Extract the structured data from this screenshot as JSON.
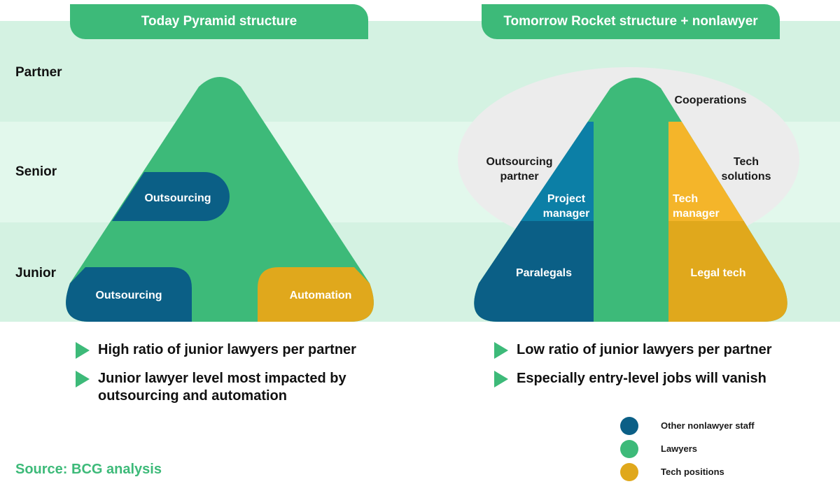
{
  "colors": {
    "nonlawyer": "#0b5f86",
    "project_manager": "#0c7fa6",
    "lawyers": "#3dba79",
    "tech": "#e0a81c",
    "tech_light": "#f4b52a",
    "band": "#d4f2e2",
    "cooperation_ellipse": "#ececec"
  },
  "levels": {
    "partner": "Partner",
    "senior": "Senior",
    "junior": "Junior"
  },
  "left": {
    "title": "Today Pyramid structure",
    "labels": {
      "outsourcing_senior": "Outsourcing",
      "outsourcing_junior": "Outsourcing",
      "automation": "Automation"
    },
    "bullets": [
      "High ratio of junior lawyers per partner",
      "Junior lawyer level most impacted by outsourcing and automation"
    ]
  },
  "right": {
    "title": "Tomorrow Rocket structure + nonlawyer",
    "labels": {
      "cooperations": "Cooperations",
      "outsourcing_partner": "Outsourcing partner",
      "tech_solutions": "Tech solutions",
      "project_manager": "Project manager",
      "tech_manager": "Tech manager",
      "paralegals": "Paralegals",
      "legal_tech": "Legal tech"
    },
    "bullets": [
      "Low ratio of junior lawyers per partner",
      "Especially entry-level jobs will vanish"
    ]
  },
  "legend": [
    {
      "label": "Other nonlawyer staff",
      "color": "#0b5f86",
      "icon": "legend-dot-icon"
    },
    {
      "label": "Lawyers",
      "color": "#3dba79",
      "icon": "legend-dot-icon"
    },
    {
      "label": "Tech positions",
      "color": "#e0a81c",
      "icon": "legend-dot-icon"
    }
  ],
  "source": "Source: BCG analysis"
}
